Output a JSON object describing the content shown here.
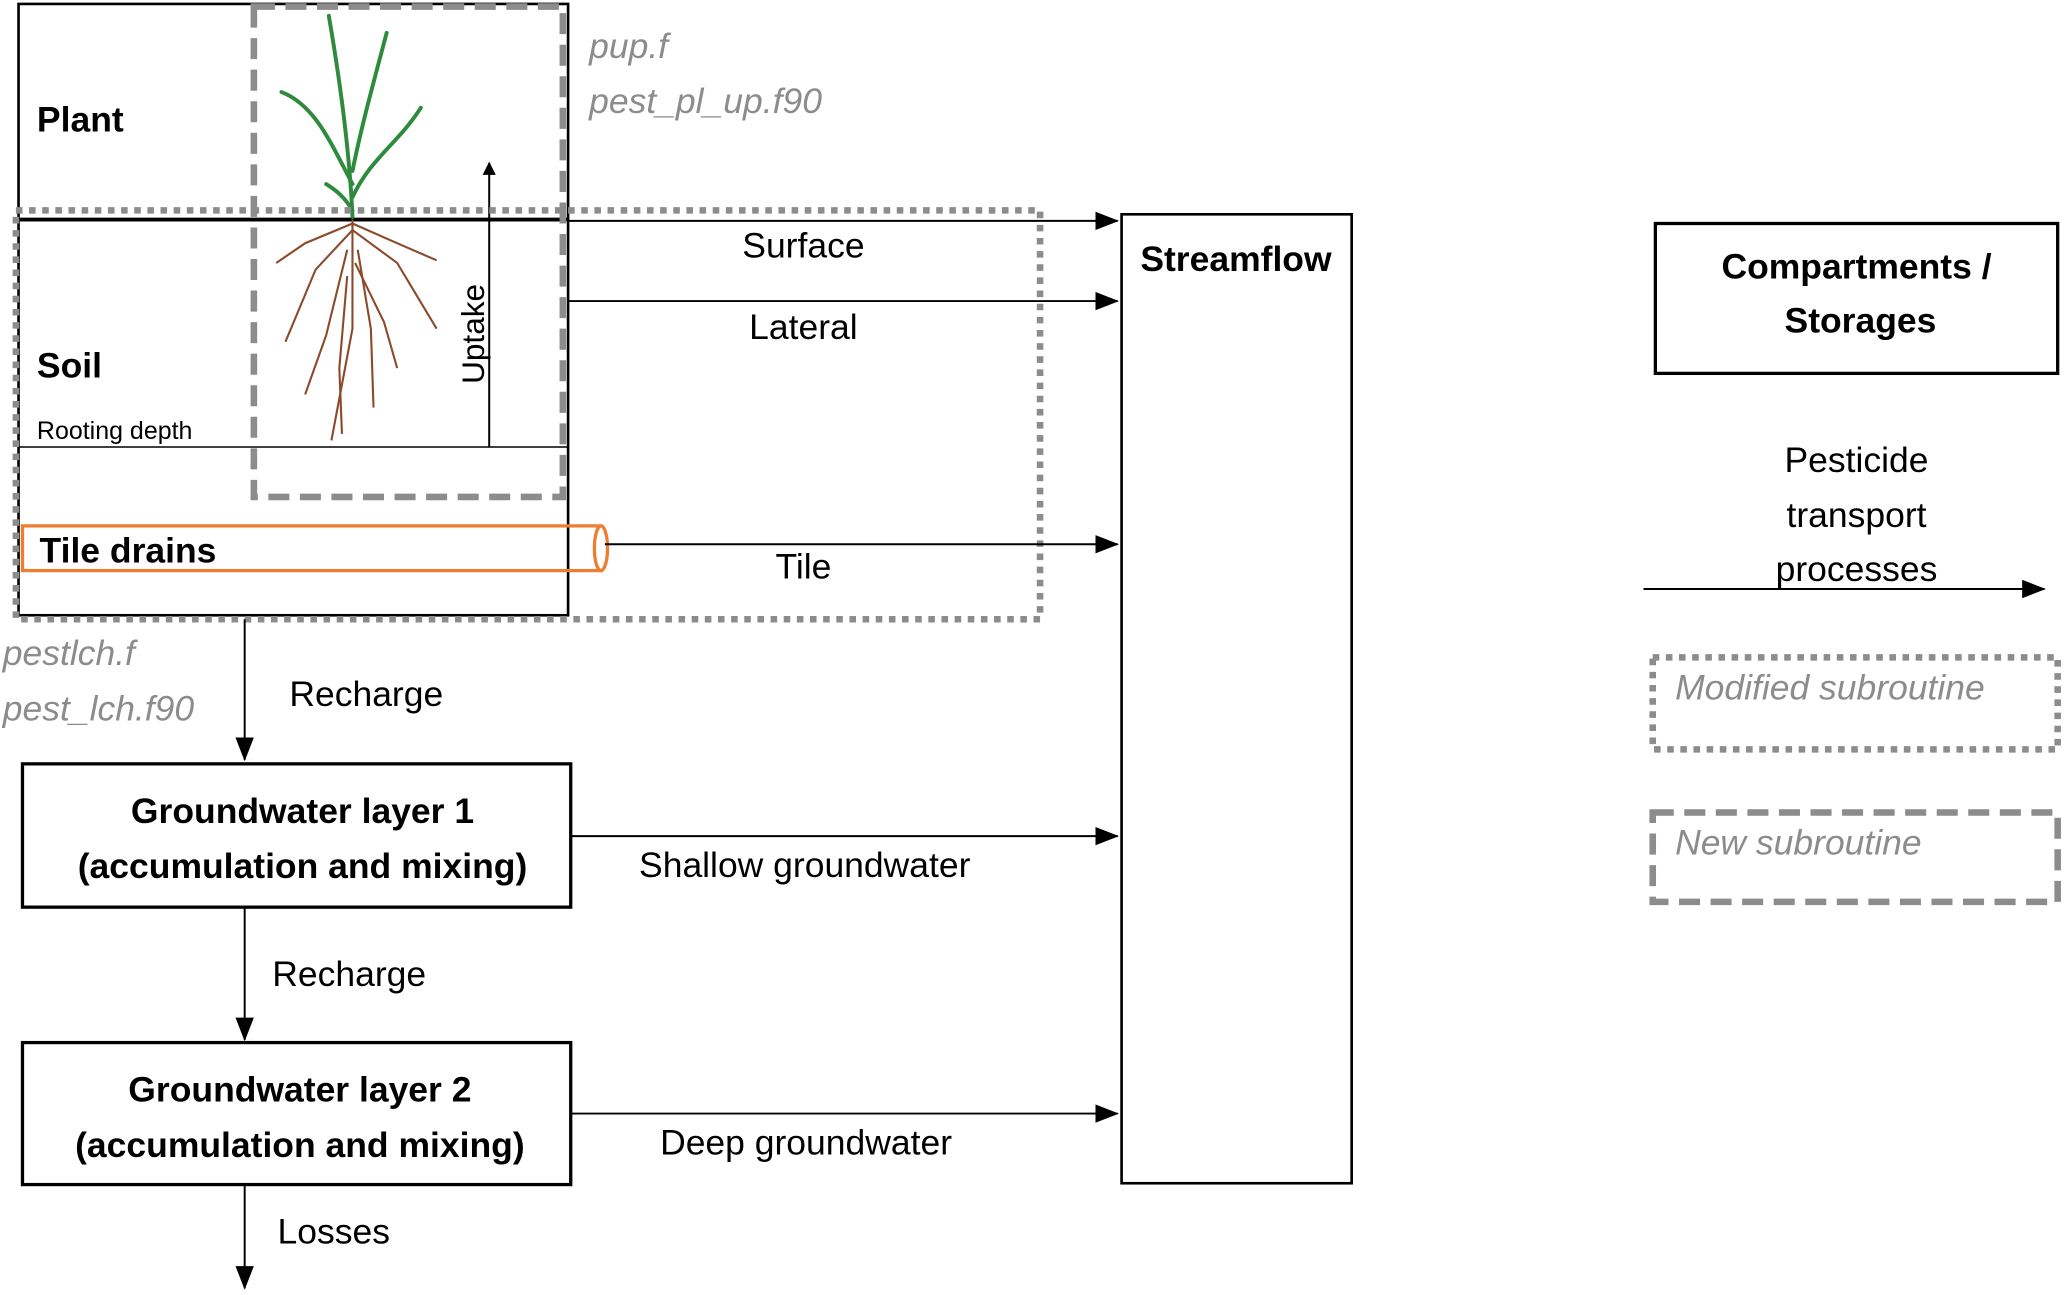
{
  "compartments": {
    "plant": "Plant",
    "soil": "Soil",
    "rooting_depth": "Rooting depth",
    "tile_drains": "Tile drains",
    "streamflow": "Streamflow",
    "gw1_line1": "Groundwater layer 1",
    "gw1_line2": "(accumulation and mixing)",
    "gw2_line1": "Groundwater layer 2",
    "gw2_line2": "(accumulation and mixing)"
  },
  "processes": {
    "uptake": "Uptake",
    "surface": "Surface",
    "lateral": "Lateral",
    "tile": "Tile",
    "recharge1": "Recharge",
    "recharge2": "Recharge",
    "shallow_gw": "Shallow groundwater",
    "deep_gw": "Deep groundwater",
    "losses": "Losses"
  },
  "subroutines": {
    "uptake_file1": "pup.f",
    "uptake_file2": "pest_pl_up.f90",
    "leach_file1": "pestlch.f",
    "leach_file2": "pest_lch.f90"
  },
  "legend": {
    "compartments_line1": "Compartments /",
    "compartments_line2": "Storages",
    "transport_line1": "Pesticide",
    "transport_line2": "transport",
    "transport_line3": "processes",
    "modified": "Modified subroutine",
    "new": "New subroutine"
  },
  "colors": {
    "tile_drain": "#ed7d31",
    "subroutine_gray": "#8c8c8c",
    "plant_green": "#2e8b3e",
    "root_brown": "#8b4a2b"
  }
}
